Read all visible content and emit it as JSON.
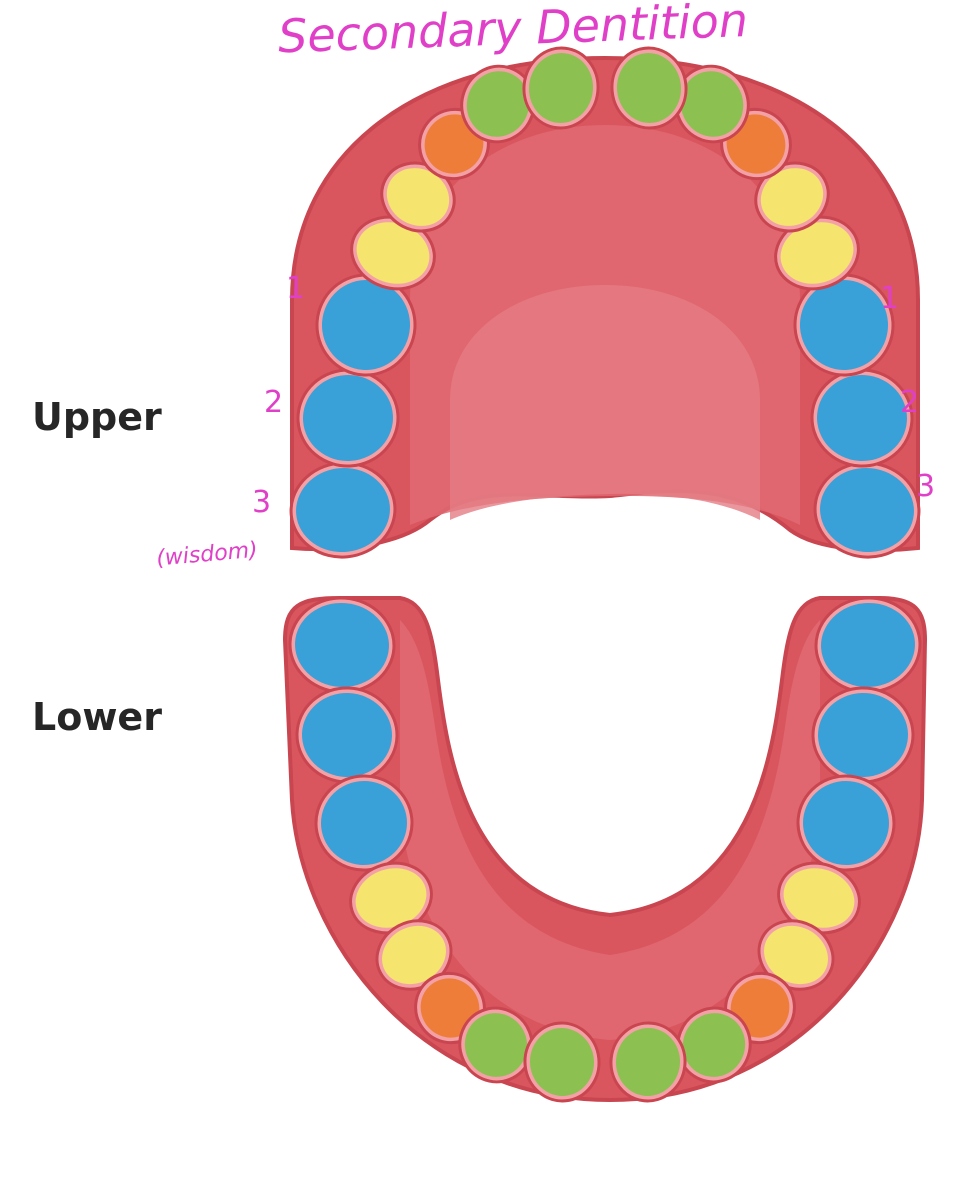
{
  "title": "Secondary Dentition",
  "labels": {
    "upper": "Upper",
    "lower": "Lower",
    "molar_1": "1",
    "molar_2": "2",
    "molar_3": "3",
    "wisdom_note": "(wisdom)"
  },
  "colors": {
    "gum": "#d9565f",
    "gum_inner": "#e06a72",
    "palate": "#e57c84",
    "gum_outline": "#c9454f",
    "tooth_rim": "#f3a1a6",
    "incisor": "#8cc152",
    "canine": "#ef7d3a",
    "premolar": "#f5e46e",
    "molar": "#3aa0d8",
    "annotation": "#e040c8"
  },
  "teeth_per_quadrant": [
    "molar",
    "molar",
    "molar",
    "premolar",
    "premolar",
    "canine",
    "incisor",
    "incisor"
  ]
}
